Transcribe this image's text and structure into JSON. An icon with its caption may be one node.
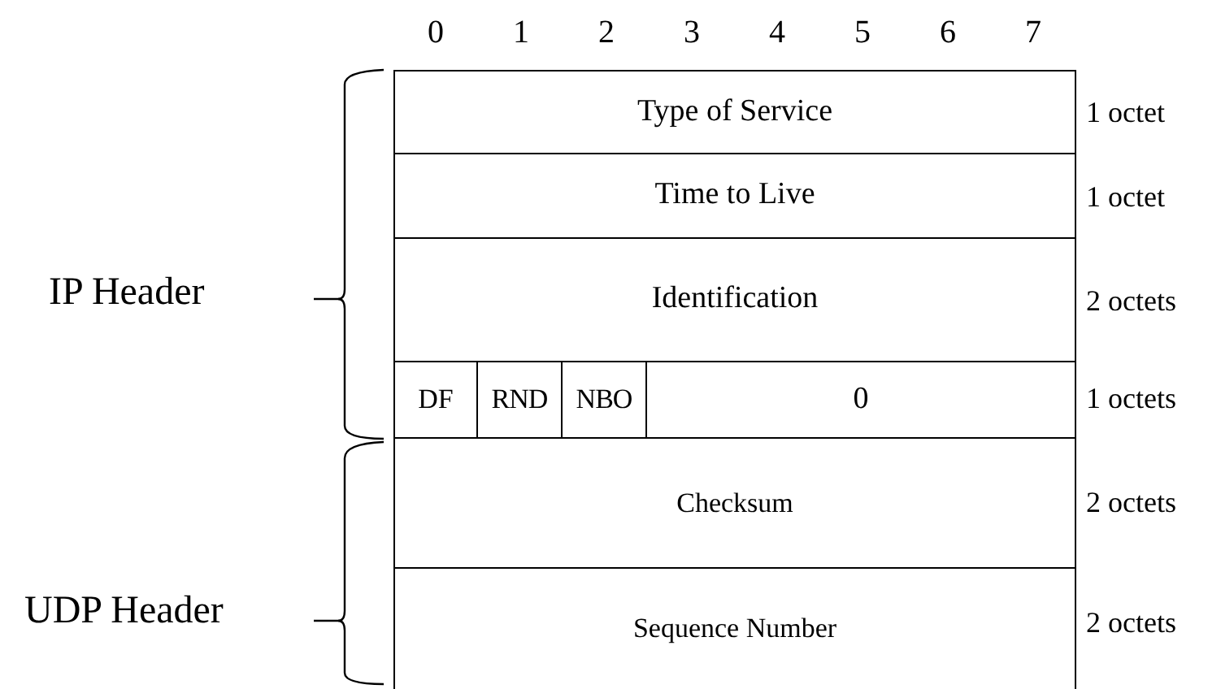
{
  "diagram": {
    "nodes": [
      {
        "text": [
          "Type of Service"
        ],
        "beside": [
          "1 octet"
        ]
      },
      {
        "text": [
          "Time to Live"
        ],
        "beside": [
          "1 octet"
        ]
      },
      {
        "text": [
          "Identification"
        ],
        "beside": [
          "2 octets"
        ]
      },
      {
        "text": [
          "DF"
        ]
      },
      {
        "text": [
          "RND"
        ]
      },
      {
        "text": [
          "NBO"
        ]
      },
      {
        "text": [
          "0"
        ],
        "beside": [
          "1 octets"
        ]
      },
      {
        "text": [
          "Checksum"
        ],
        "beside": [
          "2 octets"
        ]
      },
      {
        "text": [
          "Sequence Number"
        ],
        "beside": [
          "2 octets"
        ]
      }
    ],
    "labels": [
      "0",
      "1",
      "2",
      "3",
      "4",
      "5",
      "6",
      "7",
      "IP Header",
      "UDP Header"
    ]
  }
}
